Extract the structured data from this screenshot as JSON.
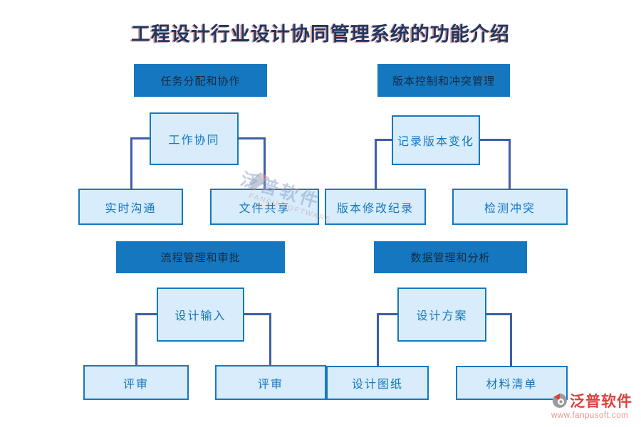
{
  "title": "工程设计行业设计协同管理系统的功能介绍",
  "colors": {
    "header_bg": "#1577c0",
    "header_text": "#16293f",
    "node_fill": "#d8ecfb",
    "node_border": "#1678be",
    "node_text": "#1577c0",
    "connector": "#3e5ea6",
    "title_text": "#1f3864",
    "brand_red": "#d9433c"
  },
  "sections": [
    {
      "header": "任务分配和协作",
      "parent": "工作协同",
      "children": [
        "实时沟通",
        "文件共享"
      ]
    },
    {
      "header": "版本控制和冲突管理",
      "parent": "记录版本变化",
      "children": [
        "版本修改纪录",
        "检测冲突"
      ]
    },
    {
      "header": "流程管理和审批",
      "parent": "设计输入",
      "children": [
        "评审",
        "评审"
      ]
    },
    {
      "header": "数据管理和分析",
      "parent": "设计方案",
      "children": [
        "设计图纸",
        "材料清单"
      ]
    }
  ],
  "watermark": {
    "text": "泛普软件",
    "subtext": "FANPU SOFTWARE"
  },
  "footer_logo": {
    "brand": "泛普软件",
    "url": "www.fanpusoft.com"
  }
}
